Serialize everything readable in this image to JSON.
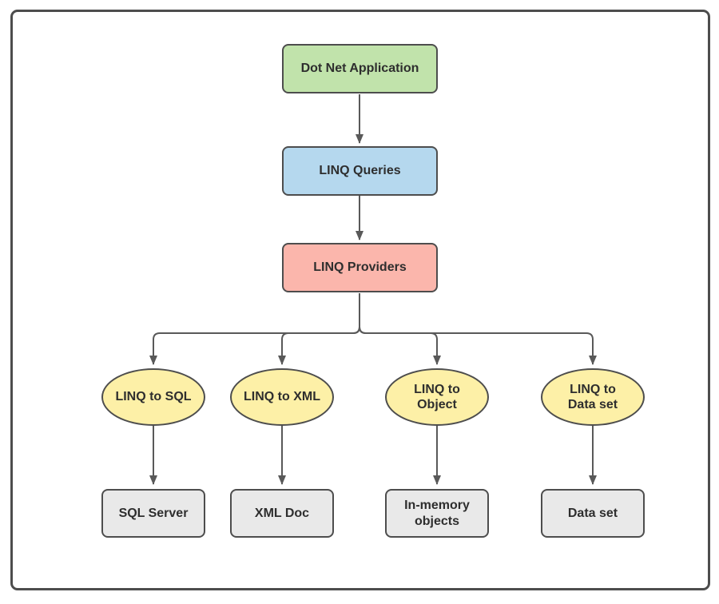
{
  "diagram": {
    "nodes": {
      "app": {
        "label": "Dot Net Application"
      },
      "queries": {
        "label": "LINQ Queries"
      },
      "providers": {
        "label": "LINQ Providers"
      }
    },
    "branches": [
      {
        "provider": "LINQ to SQL",
        "target": "SQL Server"
      },
      {
        "provider": "LINQ to XML",
        "target": "XML Doc"
      },
      {
        "provider": "LINQ to\nObject",
        "target": "In-memory\nobjects"
      },
      {
        "provider": "LINQ to\nData set",
        "target": "Data set"
      }
    ],
    "colors": {
      "app_fill": "#c1e3ab",
      "queries_fill": "#b5d8ee",
      "providers_fill": "#fbb6ac",
      "provider_ellipse_fill": "#fdf0a7",
      "target_fill": "#e9e9e9",
      "shape_border": "#4d4d4d",
      "connector": "#595959",
      "text": "#2e2e2e",
      "background": "#ffffff"
    }
  }
}
